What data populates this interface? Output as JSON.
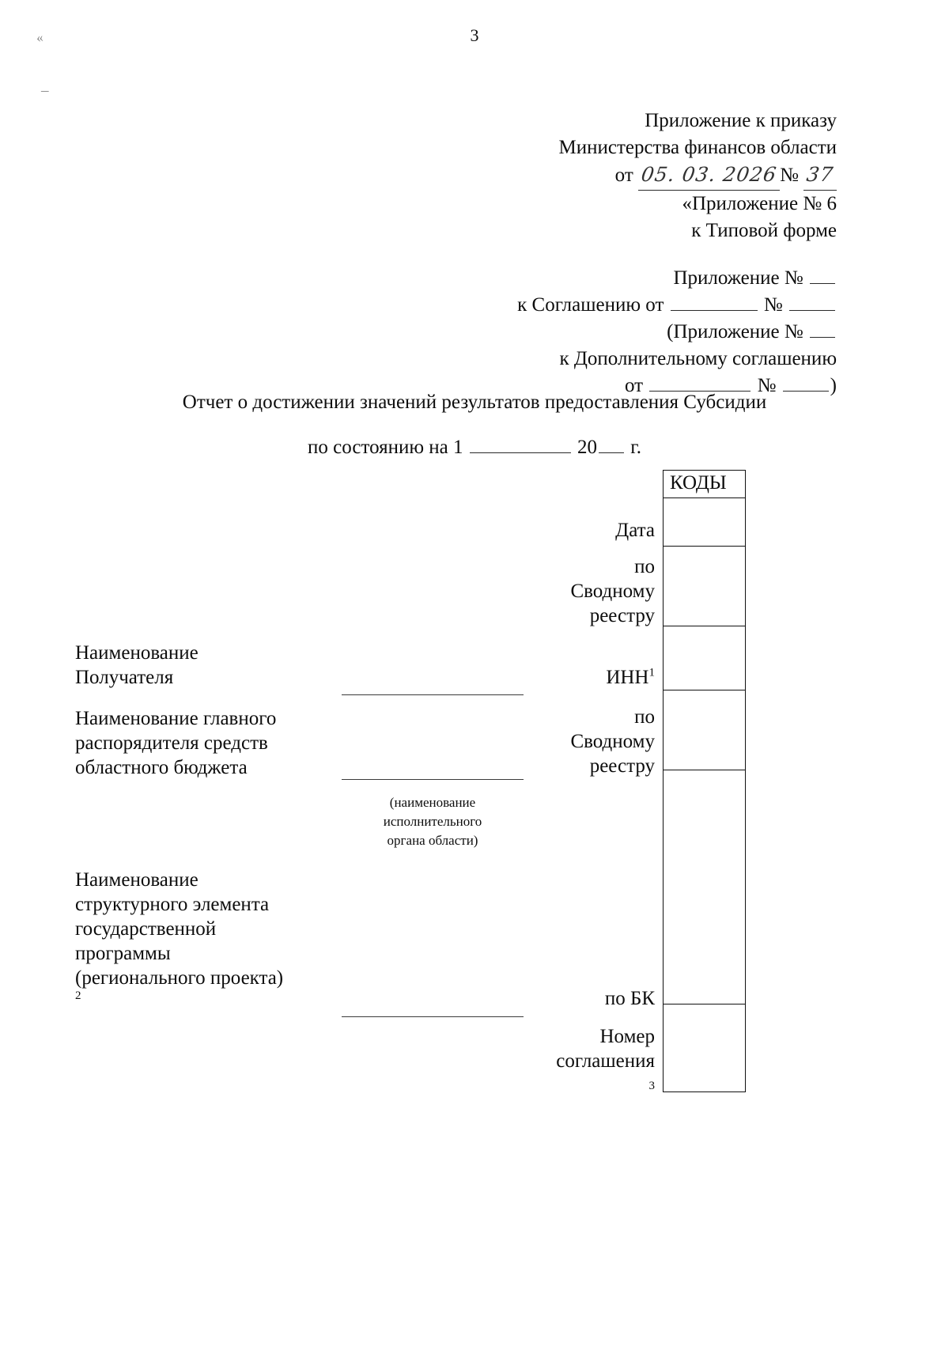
{
  "page": {
    "number": "3",
    "scan_marks": [
      "«",
      "–"
    ]
  },
  "header": {
    "line1": "Приложение к приказу",
    "line2": "Министерства финансов области",
    "order_date_prefix": "от",
    "order_date_handwritten": "05. 03. 2026",
    "order_number_symbol": "№",
    "order_number_handwritten": "37",
    "line4": "«Приложение № 6",
    "line5": "к Типовой форме",
    "appendix_label": "Приложение №",
    "agreement_label": "к Соглашению от",
    "number_symbol": "№",
    "appendix_paren_label": "(Приложение №",
    "supplementary_label": "к Дополнительному соглашению",
    "from_label": "от",
    "closing_paren": ")"
  },
  "title": {
    "main": "Отчет о достижении значений результатов предоставления Субсидии",
    "as_of_prefix": "по состоянию на 1",
    "year_prefix": "20",
    "year_suffix": "г."
  },
  "codes_table": {
    "header": "КОДЫ",
    "rows": [
      {
        "label": "Дата",
        "value": ""
      },
      {
        "label": "по\nСводному\nреестру",
        "value": ""
      },
      {
        "label": "ИНН",
        "footnote": "1",
        "value": ""
      },
      {
        "label": "по\nСводному\nреестру",
        "value": ""
      },
      {
        "label": "по БК",
        "value": ""
      },
      {
        "label": "Номер\nсоглашения",
        "footnote": "3",
        "value": ""
      }
    ],
    "labels": {
      "date": "Дата",
      "po": "по",
      "svodnomu": "Сводному",
      "reestru": "реестру",
      "inn": "ИНН",
      "inn_footnote": "1",
      "po_bk": "по БК",
      "nomer": "Номер",
      "soglasheniya": "соглашения",
      "soglasheniya_footnote": "3"
    }
  },
  "left_labels": {
    "recipient_line1": "Наименование",
    "recipient_line2": "Получателя",
    "gras_line1": "Наименование главного",
    "gras_line2": "распорядителя средств",
    "gras_line3": "областного бюджета",
    "program_line1": "Наименование",
    "program_line2": "структурного элемента",
    "program_line3": "государственной",
    "program_line4": "программы",
    "program_line5": "(регионального проекта)",
    "program_footnote": "2"
  },
  "captions": {
    "executive_body_line1": "(наименование",
    "executive_body_line2": "исполнительного",
    "executive_body_line3": "органа области)"
  },
  "colors": {
    "ink": "#0d0d0d",
    "rule": "#2a2a2a",
    "handwriting": "#333333"
  }
}
